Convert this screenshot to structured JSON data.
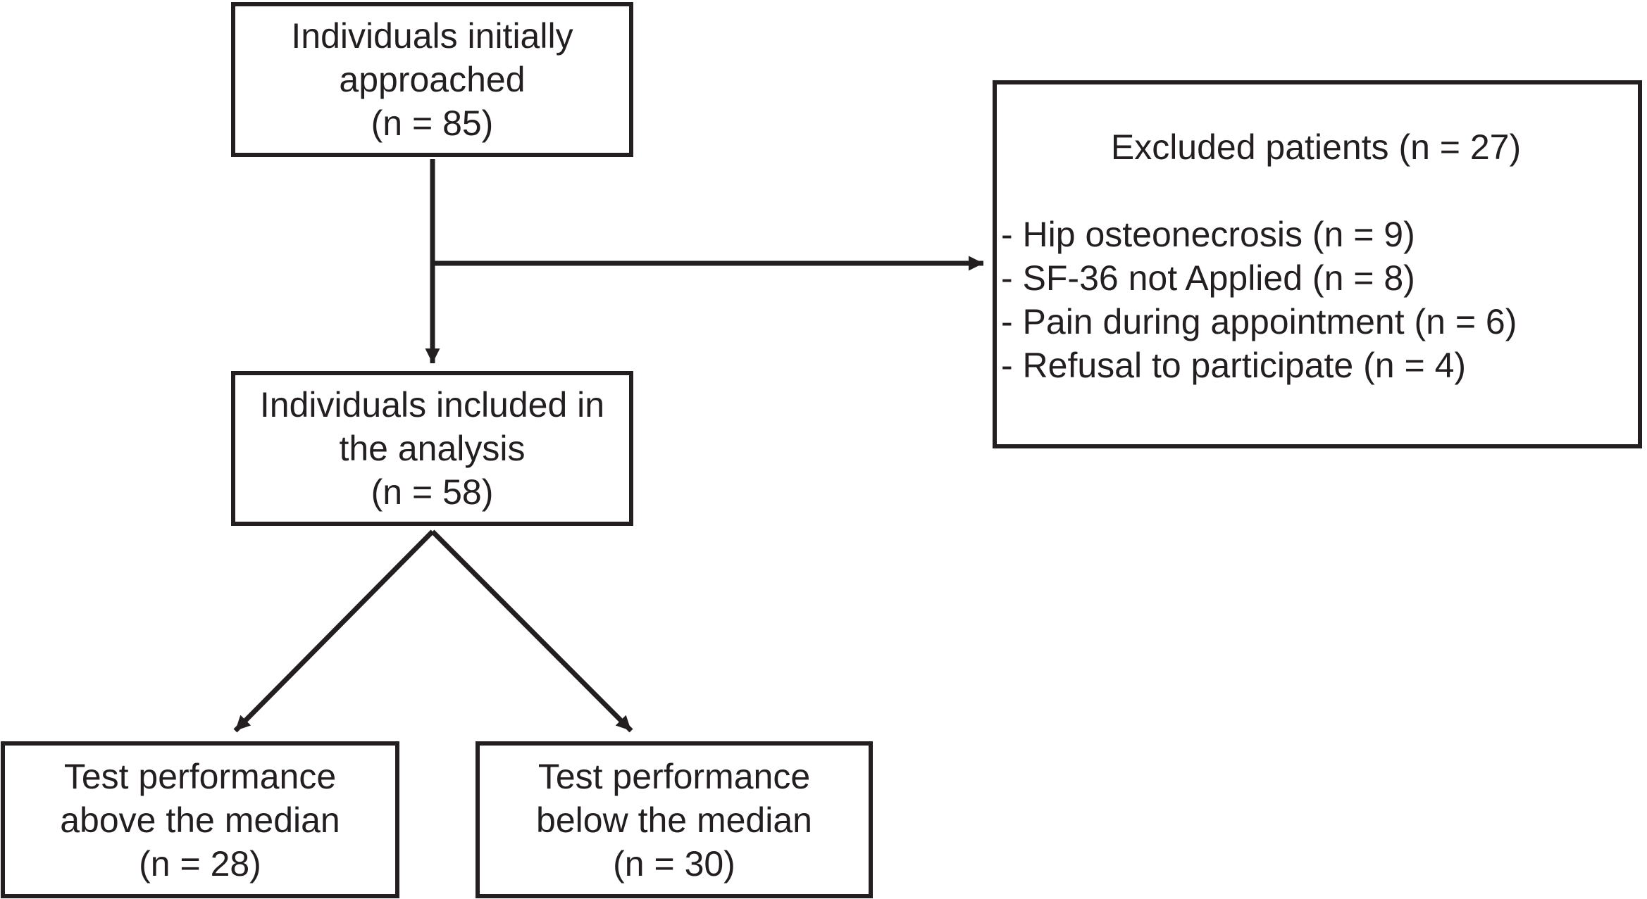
{
  "figure": {
    "ink_color": "#231f20",
    "background": "#ffffff",
    "boxes": {
      "approached": {
        "lines": [
          "Individuals initially",
          "approached",
          "(n = 85)"
        ]
      },
      "excluded": {
        "title": "Excluded patients (n = 27)",
        "items": [
          "- Hip osteonecrosis (n = 9)",
          "- SF-36 not Applied (n = 8)",
          "- Pain during appointment (n = 6)",
          "- Refusal to participate (n = 4)"
        ]
      },
      "included": {
        "lines": [
          "Individuals included in",
          "the analysis",
          "(n = 58)"
        ]
      },
      "above_median": {
        "lines": [
          "Test performance",
          "above the median",
          "(n = 28)"
        ]
      },
      "below_median": {
        "lines": [
          "Test performance",
          "below the median",
          "(n = 30)"
        ]
      }
    }
  }
}
